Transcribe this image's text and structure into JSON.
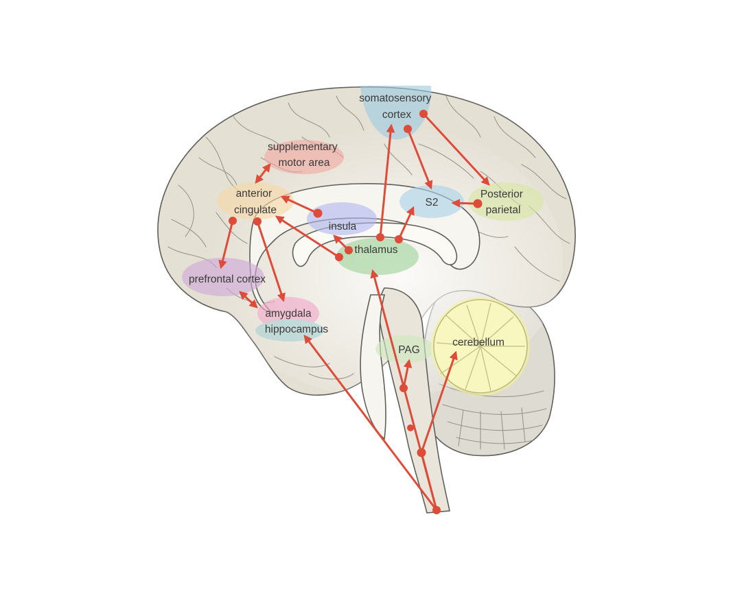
{
  "diagram": {
    "arrow_color": "#dd4b39",
    "regions": [
      {
        "id": "somatosensory",
        "lines": [
          "somatosensory",
          "cortex"
        ],
        "color": "#9ccbe0"
      },
      {
        "id": "sma",
        "lines": [
          "supplementary",
          "motor area"
        ],
        "color": "#f0a9a2"
      },
      {
        "id": "acc",
        "lines": [
          "anterior",
          "cingulate"
        ],
        "color": "#f7d9a8"
      },
      {
        "id": "insula",
        "lines": [
          "insula"
        ],
        "color": "#b3b8ef"
      },
      {
        "id": "s2",
        "lines": [
          "S2"
        ],
        "color": "#a9d3e8"
      },
      {
        "id": "ppc",
        "lines": [
          "Posterior",
          "parietal"
        ],
        "color": "#d9e7a4"
      },
      {
        "id": "thalamus",
        "lines": [
          "thalamus"
        ],
        "color": "#9fd49a"
      },
      {
        "id": "pfc",
        "lines": [
          "prefrontal cortex"
        ],
        "color": "#cfa9d8"
      },
      {
        "id": "amygdala",
        "lines": [
          "amygdala"
        ],
        "color": "#f1a9c9"
      },
      {
        "id": "hippocampus",
        "lines": [
          "hippocampus"
        ],
        "color": "#a8d3d6"
      },
      {
        "id": "pag",
        "lines": [
          "PAG"
        ],
        "color": "#cfe9be"
      },
      {
        "id": "cerebellum",
        "lines": [
          "cerebellum"
        ],
        "color": "#f6f29a"
      }
    ]
  }
}
